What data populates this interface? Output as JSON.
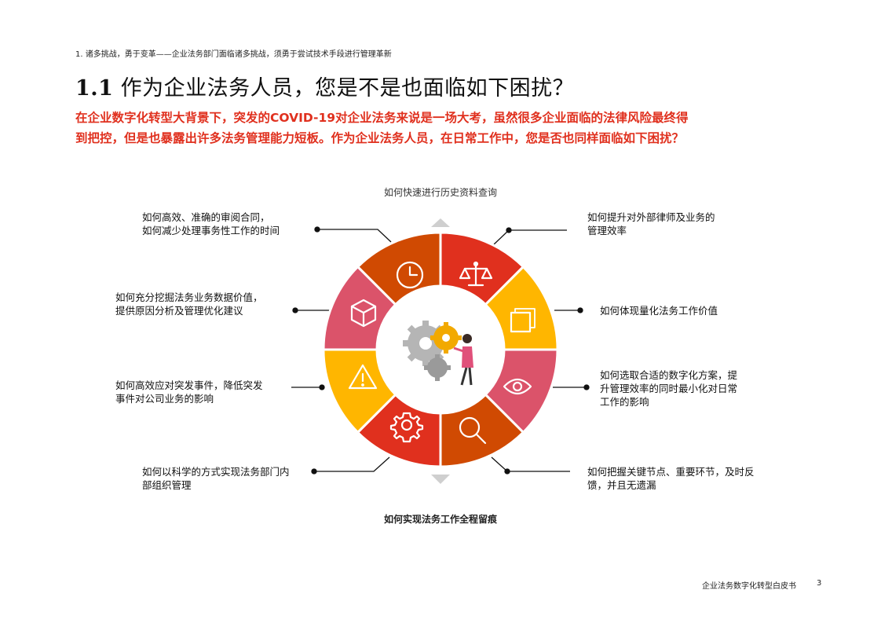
{
  "breadcrumb": "1.  诸多挑战，勇于变革——企业法务部门面临诸多挑战，须勇于尝试技术手段进行管理革新",
  "heading": {
    "number": "1.1",
    "title": "作为企业法务人员，您是不是也面临如下困扰？"
  },
  "intro_lines": [
    "在企业数字化转型大背景下，突发的COVID-19对企业法务来说是一场大考，虽然很多企业面临的法律风险最终得",
    "到把控，但是也暴露出许多法务管理能力短板。作为企业法务人员，在日常工作中，您是否也同样面临如下困扰？"
  ],
  "diagram": {
    "top_label": "如何快速进行历史资料查询",
    "bottom_label": "如何实现法务工作全程留痕",
    "questions": {
      "clock": [
        "如何高效、准确的审阅合同，",
        "如何减少处理事务性工作的时间"
      ],
      "scale": [
        "如何提升对外部律师及业务的",
        "管理效率"
      ],
      "cube": [
        "如何充分挖掘法务业务数据价值，",
        "提供原因分析及管理优化建议"
      ],
      "copy": [
        "如何体现量化法务工作价值"
      ],
      "warning": [
        "如何高效应对突发事件，降低突发",
        "事件对公司业务的影响"
      ],
      "eye": [
        "如何选取合适的数字化方案，提",
        "升管理效率的同时最小化对日常",
        "工作的影响"
      ],
      "gear": [
        "如何以科学的方式实现法务部门内",
        "部组织管理"
      ],
      "search": [
        "如何把握关键节点、重要环节，及时反",
        "馈，并且无遗漏"
      ]
    },
    "segments": [
      {
        "icon": "clock-icon",
        "color": "#d04a02"
      },
      {
        "icon": "scale-icon",
        "color": "#e0301e"
      },
      {
        "icon": "copy-icon",
        "color": "#ffb600"
      },
      {
        "icon": "eye-icon",
        "color": "#db536a"
      },
      {
        "icon": "search-icon",
        "color": "#d04a02"
      },
      {
        "icon": "gear-icon",
        "color": "#e0301e"
      },
      {
        "icon": "warning-icon",
        "color": "#ffb600"
      },
      {
        "icon": "cube-icon",
        "color": "#db536a"
      }
    ]
  },
  "footer": {
    "title": "企业法务数字化转型白皮书",
    "page": "3"
  }
}
